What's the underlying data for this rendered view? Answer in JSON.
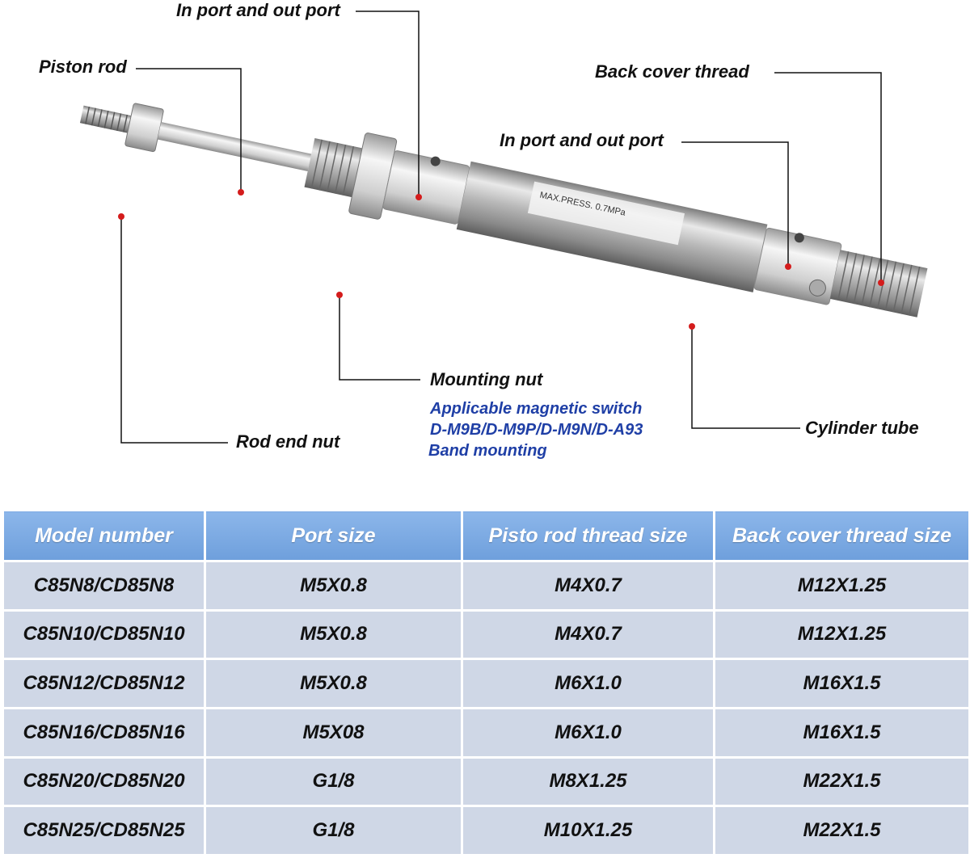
{
  "callouts": {
    "in_port_top": "In port and out port",
    "piston_rod": "Piston rod",
    "back_cover_thread": "Back cover thread",
    "in_port_right": "In port and out port",
    "mounting_nut": "Mounting nut",
    "magnetic_switch_title": "Applicable magnetic switch",
    "magnetic_switch_models": "D-M9B/D-M9P/D-M9N/D-A93",
    "band_mounting": "Band mounting",
    "rod_end_nut": "Rod end nut",
    "cylinder_tube": "Cylinder tube"
  },
  "label_on_tube": {
    "line1": "MAX.PRESS. 0.7MPa"
  },
  "colors": {
    "marker": "#d41c1c",
    "header_bg": "#7faae3",
    "cell_bg": "#cfd7e6",
    "blue_text": "#1f3fa6"
  },
  "table": {
    "headers": [
      "Model number",
      "Port size",
      "Pisto rod thread size",
      "Back cover thread size"
    ],
    "rows": [
      [
        "C85N8/CD85N8",
        "M5X0.8",
        "M4X0.7",
        "M12X1.25"
      ],
      [
        "C85N10/CD85N10",
        "M5X0.8",
        "M4X0.7",
        "M12X1.25"
      ],
      [
        "C85N12/CD85N12",
        "M5X0.8",
        "M6X1.0",
        "M16X1.5"
      ],
      [
        "C85N16/CD85N16",
        "M5X08",
        "M6X1.0",
        "M16X1.5"
      ],
      [
        "C85N20/CD85N20",
        "G1/8",
        "M8X1.25",
        "M22X1.5"
      ],
      [
        "C85N25/CD85N25",
        "G1/8",
        "M10X1.25",
        "M22X1.5"
      ]
    ]
  }
}
